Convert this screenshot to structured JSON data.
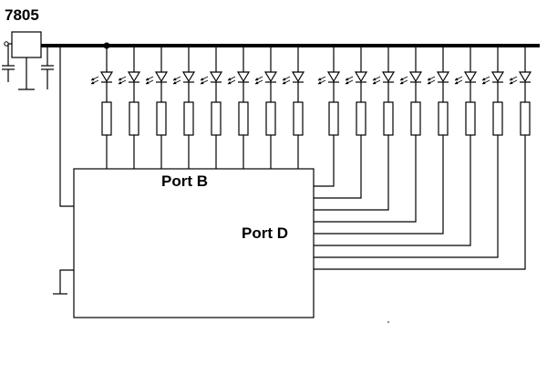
{
  "labels": {
    "regulator": "7805",
    "port_b": "Port B",
    "port_d": "Port D"
  },
  "circuit": {
    "port_b_led_count": 8,
    "port_d_led_count": 8
  }
}
